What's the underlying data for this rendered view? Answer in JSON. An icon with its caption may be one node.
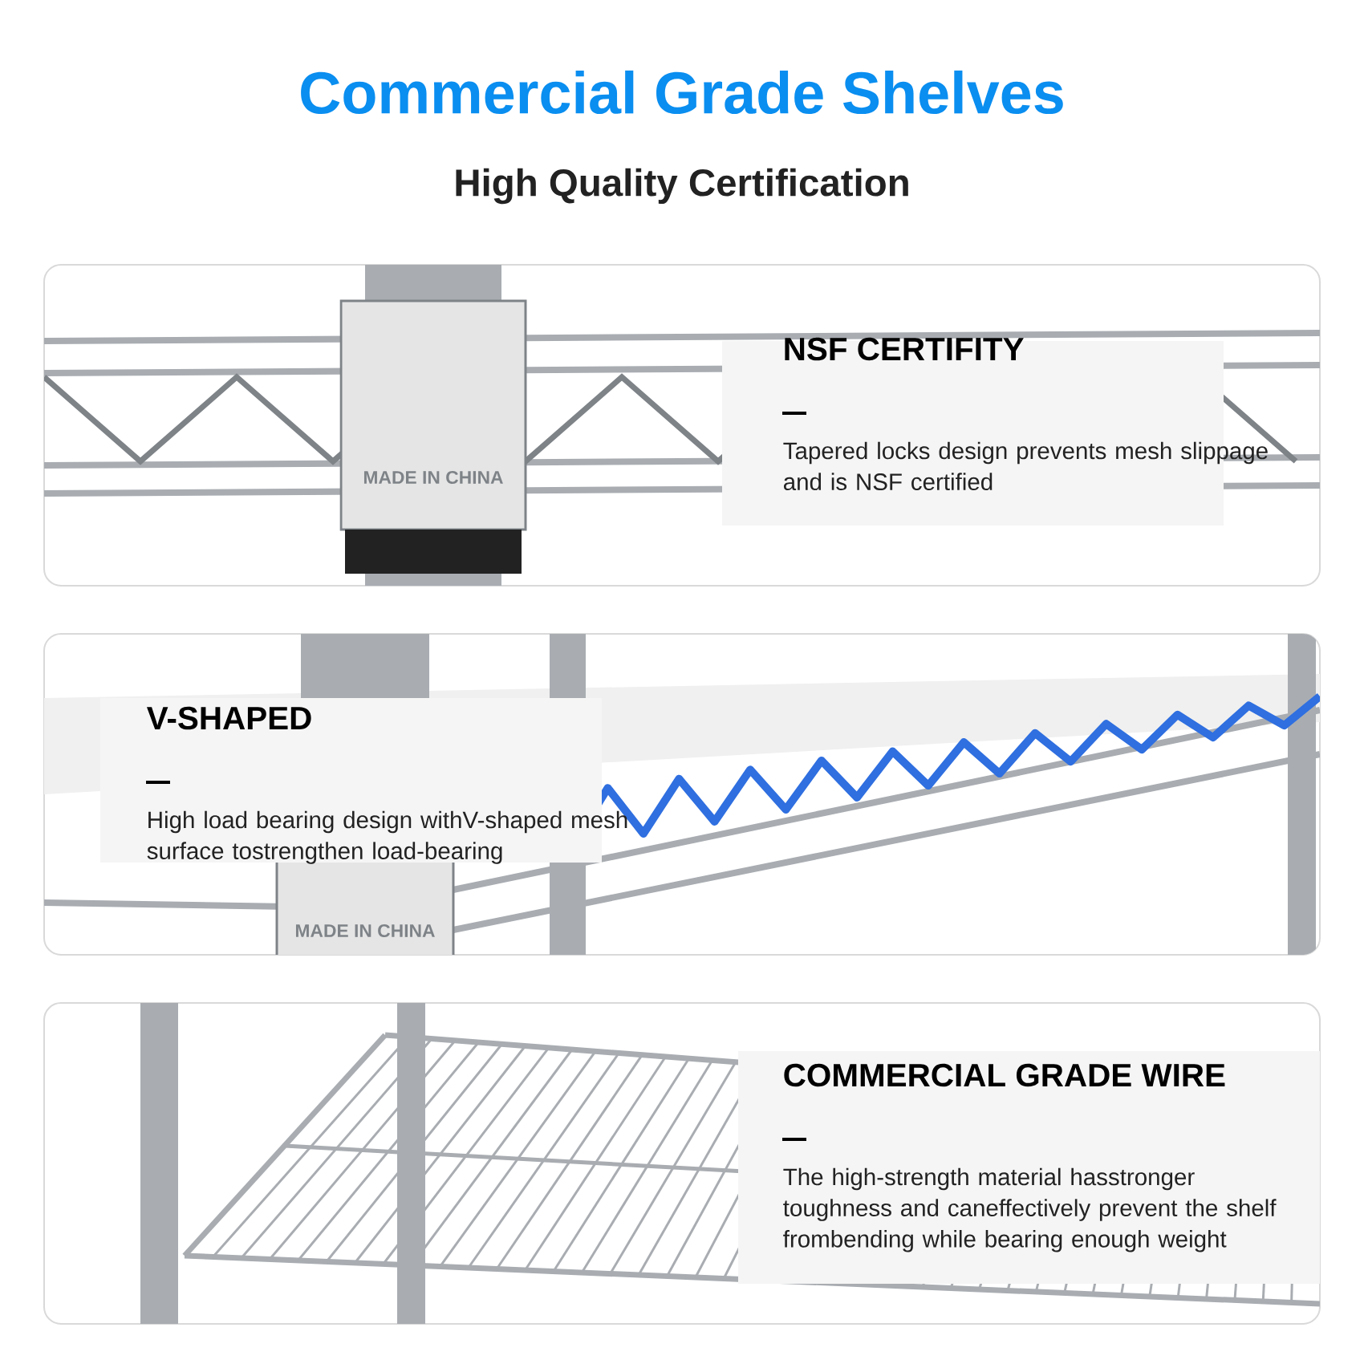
{
  "diagram": {
    "title": "Commercial Grade Shelves",
    "nodes": [
      {
        "text": [
          "NSF CERTIFITY",
          "Tapered locks design prevents mesh slippage and is NSF certified"
        ]
      },
      {
        "text": [
          "V-SHAPED",
          "High load bearing design withV-shaped mesh surface tostrengthen load-bearing"
        ]
      },
      {
        "text": [
          "COMMERCIAL GRADE WIRE",
          "The high-strength material hasstronger toughness and caneffectively prevent the shelf frombending while bearing enough weight"
        ]
      }
    ],
    "labels": [
      "High Quality Certification",
      "MADE IN CHINA",
      "MADE IN CHINA"
    ]
  }
}
